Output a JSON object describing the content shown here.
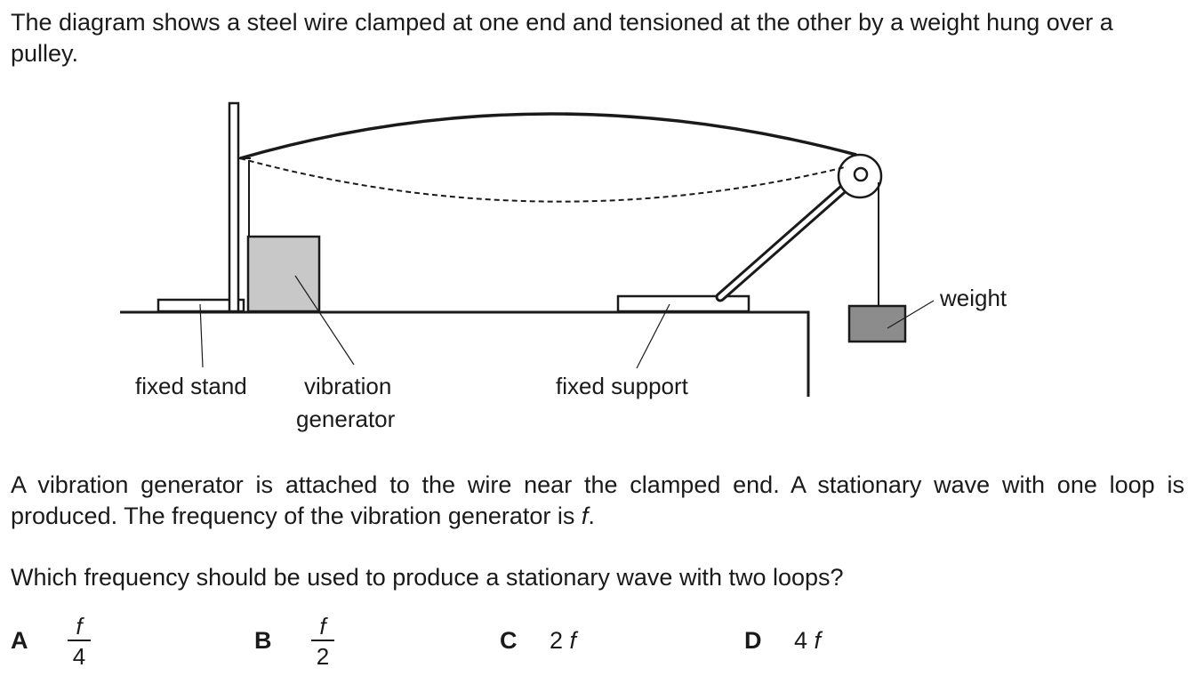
{
  "intro": "The diagram shows a steel wire clamped at one end and tensioned at the other by a weight hung over a pulley.",
  "diagram": {
    "labels": {
      "fixed_stand": "fixed stand",
      "vibration_generator_1": "vibration",
      "vibration_generator_2": "generator",
      "fixed_support": "fixed support",
      "weight": "weight"
    }
  },
  "setup": {
    "text": "A vibration generator is attached to the wire near the clamped end. A stationary wave with one loop is produced. The frequency of the vibration generator is ",
    "symbol": "f",
    "end": "."
  },
  "question": "Which frequency should be used to produce a stationary wave with two loops?",
  "options": [
    {
      "letter": "A",
      "numerator": "f",
      "denominator": "4"
    },
    {
      "letter": "B",
      "numerator": "f",
      "denominator": "2"
    },
    {
      "letter": "C",
      "coefficient": "2",
      "symbol": "f"
    },
    {
      "letter": "D",
      "coefficient": "4",
      "symbol": "f"
    }
  ]
}
